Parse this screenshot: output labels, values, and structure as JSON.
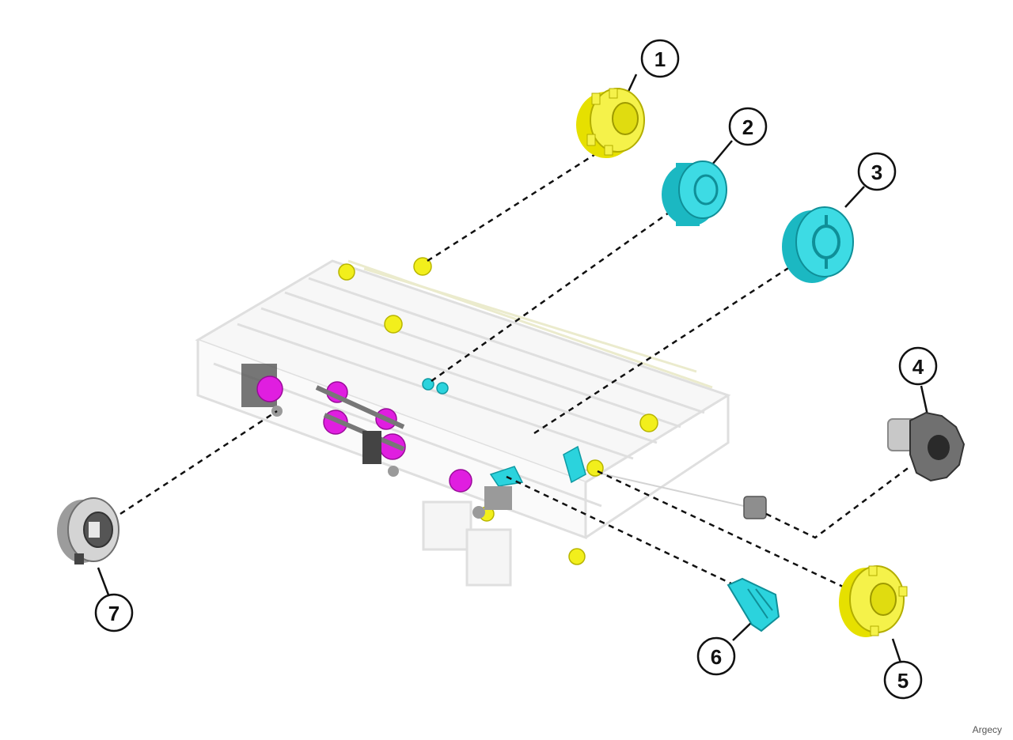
{
  "callouts": [
    {
      "number": "1",
      "part": "yellow-gear-hub"
    },
    {
      "number": "2",
      "part": "cyan-roller"
    },
    {
      "number": "3",
      "part": "cyan-roller-large"
    },
    {
      "number": "4",
      "part": "gray-knob"
    },
    {
      "number": "5",
      "part": "yellow-gear-hub"
    },
    {
      "number": "6",
      "part": "cyan-cam"
    },
    {
      "number": "7",
      "part": "gray-hub"
    }
  ],
  "colors": {
    "yellow": "#f2ef1c",
    "cyan": "#2bd3dd",
    "magenta": "#e01ee0",
    "gray": "#b9b9b9",
    "ghost": "#e4e4e4",
    "line": "#111111"
  },
  "watermark": "Argecy"
}
